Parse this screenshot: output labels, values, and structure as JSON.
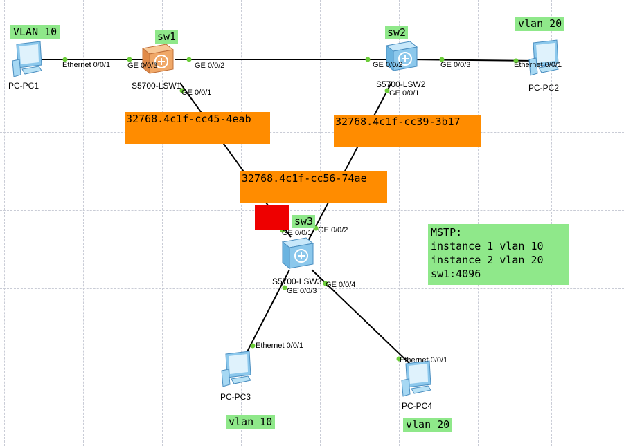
{
  "devices": {
    "pc1": {
      "name": "PC-PC1",
      "port": "Ethernet 0/0/1"
    },
    "pc2": {
      "name": "PC-PC2",
      "port": "Ethernet 0/0/1"
    },
    "pc3": {
      "name": "PC-PC3",
      "port": "Ethernet 0/0/1"
    },
    "pc4": {
      "name": "PC-PC4",
      "port": "Ethernet 0/0/1"
    },
    "sw1": {
      "name": "S5700-LSW1",
      "tag": "sw1",
      "ports": [
        "GE 0/0/3",
        "GE 0/0/2",
        "GE 0/0/1"
      ]
    },
    "sw2": {
      "name": "S5700-LSW2",
      "tag": "sw2",
      "ports": [
        "GE 0/0/2",
        "GE 0/0/3",
        "GE 0/0/1"
      ]
    },
    "sw3": {
      "name": "S5700-LSW3",
      "tag": "sw3",
      "ports": [
        "GE 0/0/1",
        "GE 0/0/2",
        "GE 0/0/3",
        "GE 0/0/4"
      ]
    }
  },
  "vlan_labels": {
    "pc1": "VLAN 10",
    "pc2": "vlan 20",
    "pc3": "vlan 10",
    "pc4": "vlan 20"
  },
  "bridge_ids": {
    "sw1": "32768.4c1f-cc45-4eab",
    "sw2": "32768.4c1f-cc39-3b17",
    "sw3": "32768.4c1f-cc56-74ae"
  },
  "mstp_note": [
    "MSTP:",
    "instance 1 vlan 10",
    "instance 2 vlan 20",
    "sw1:4096"
  ],
  "colors": {
    "label_green": "#8fe88a",
    "bridge_orange": "#ff8c00",
    "blocked_marker": "#ee0000",
    "port_dot": "#6ccd3a",
    "root_switch": "#f0a868",
    "switch": "#8cc8ec",
    "pc": "#8cc8ec",
    "link": "#000000"
  },
  "icons": {
    "pc": "pc-icon",
    "switch": "switch-icon"
  }
}
